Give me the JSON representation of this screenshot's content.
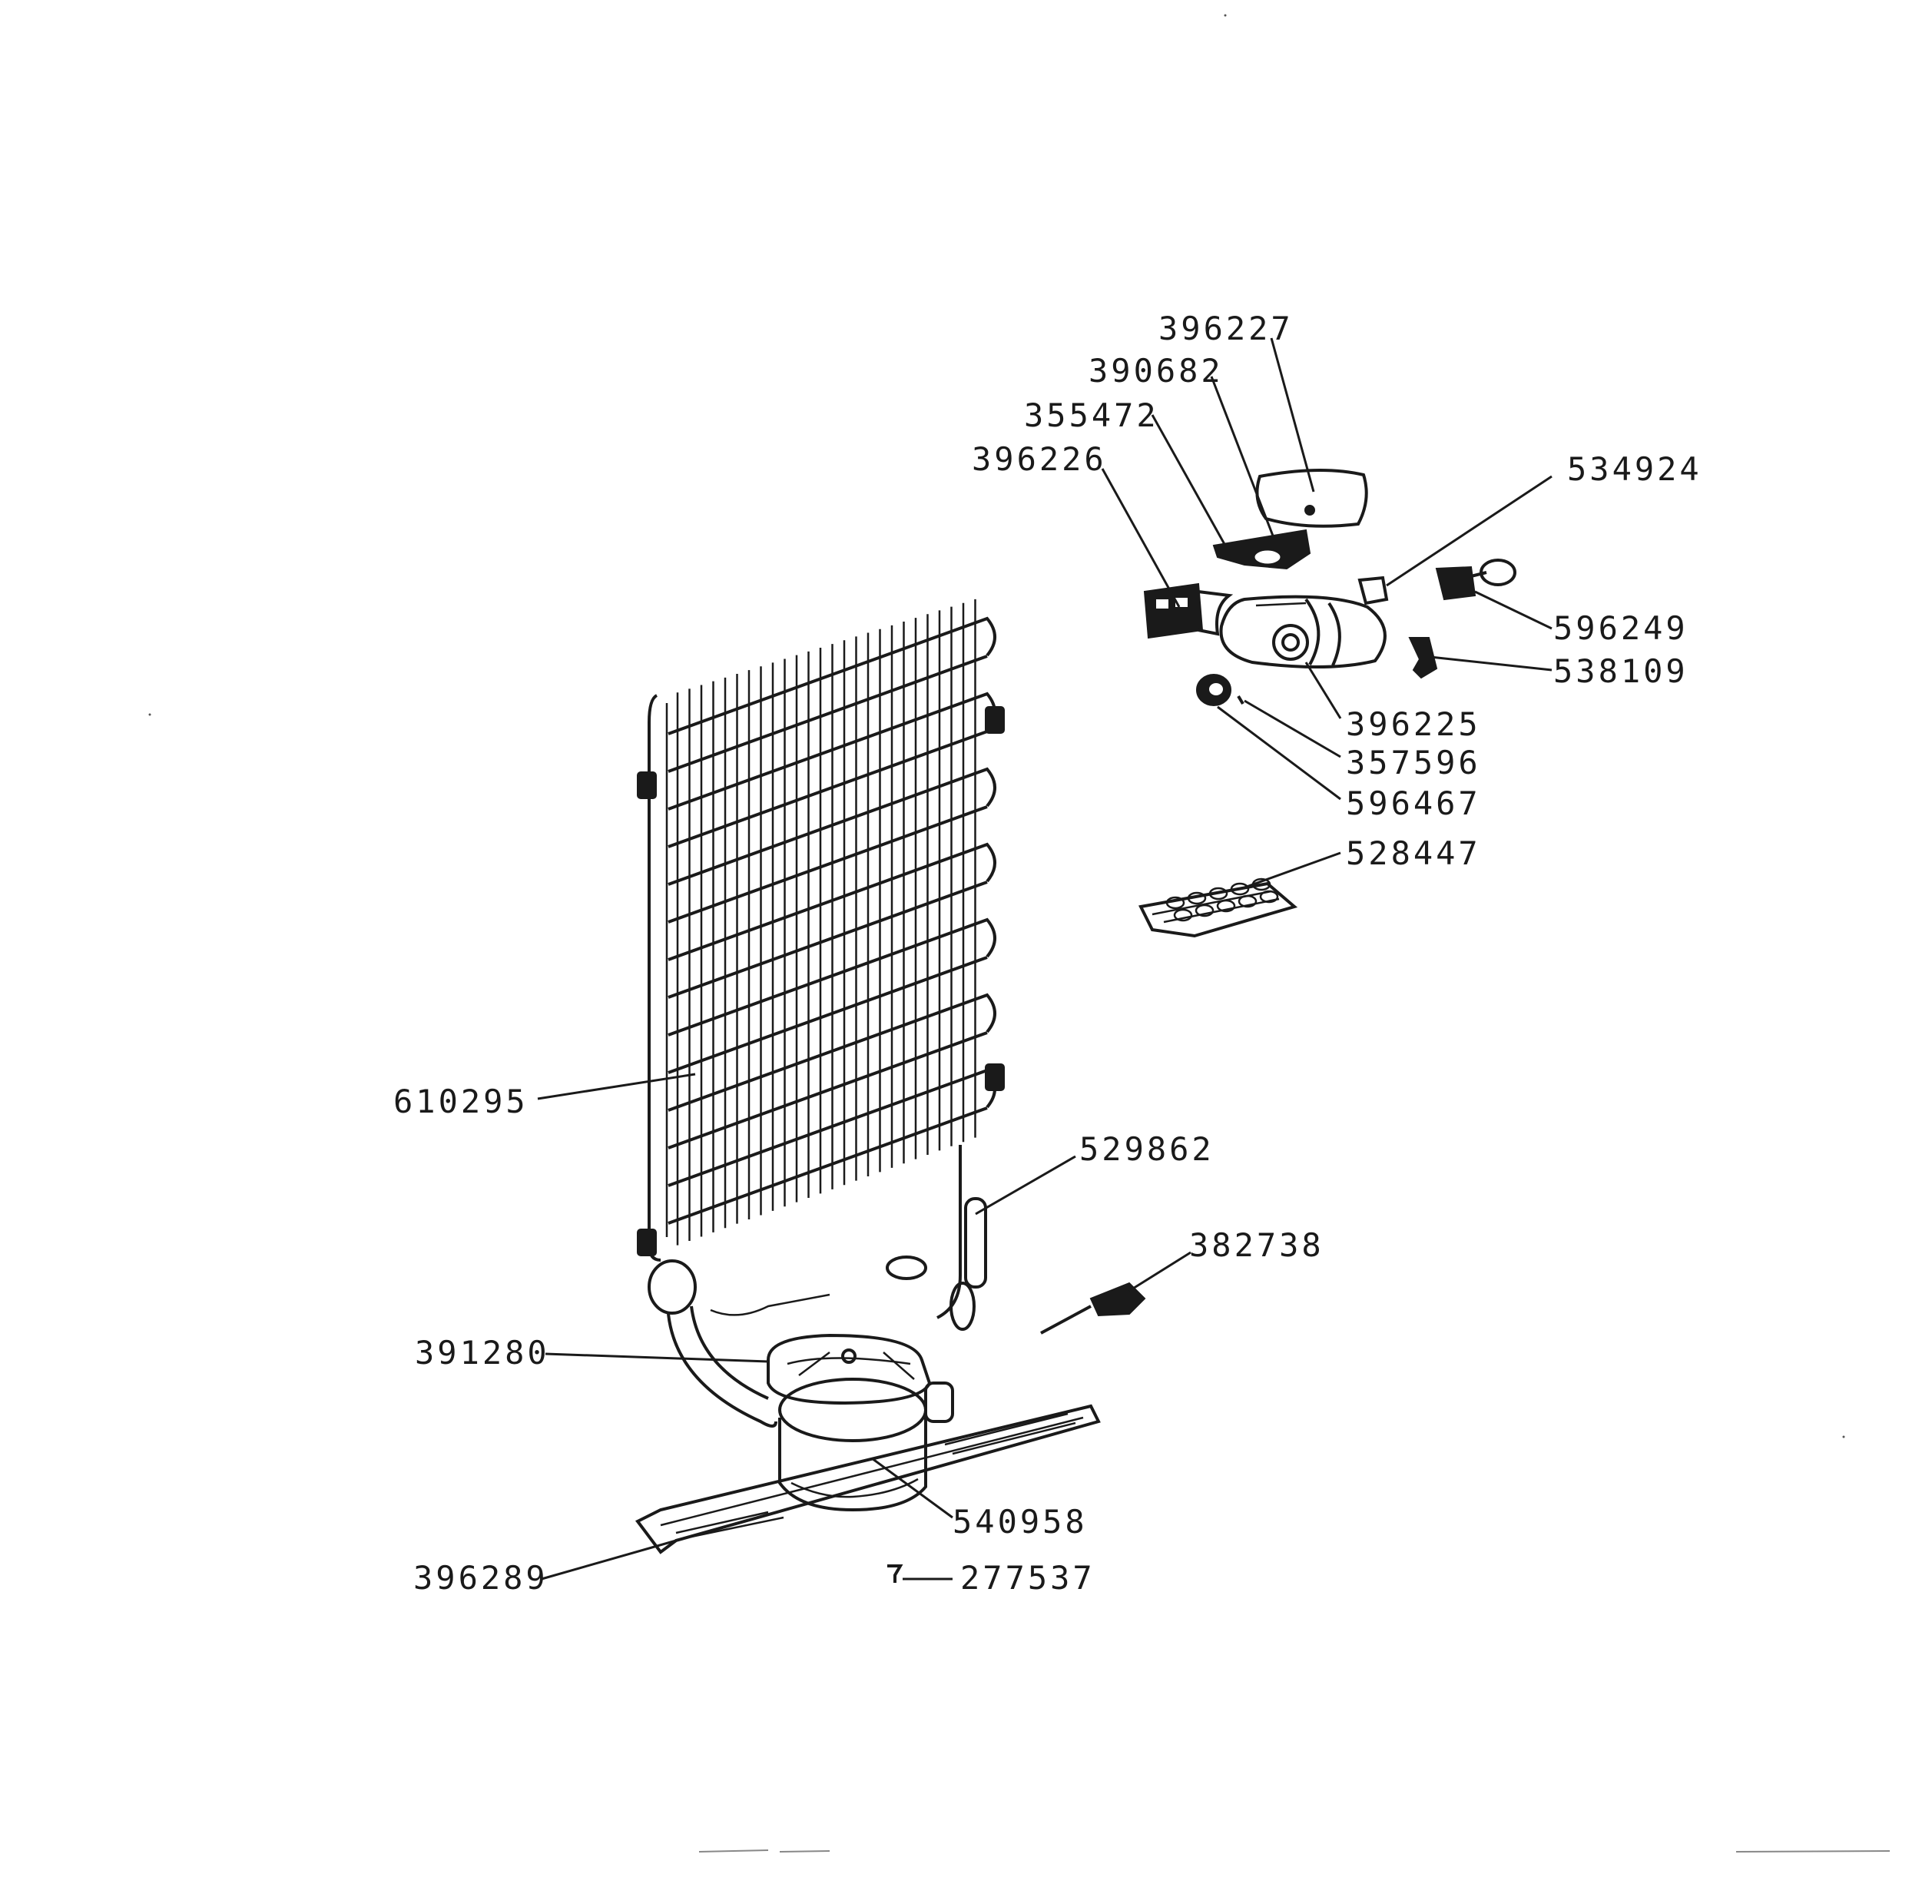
{
  "parts": {
    "p396227": "396227",
    "p390682": "390682",
    "p355472": "355472",
    "p396226": "396226",
    "p534924": "534924",
    "p596249": "596249",
    "p538109": "538109",
    "p396225": "396225",
    "p357596": "357596",
    "p596467": "596467",
    "p528447": "528447",
    "p610295": "610295",
    "p529862": "529862",
    "p382738": "382738",
    "p391280": "391280",
    "p540958": "540958",
    "p396289": "396289",
    "p277537": "277537"
  }
}
